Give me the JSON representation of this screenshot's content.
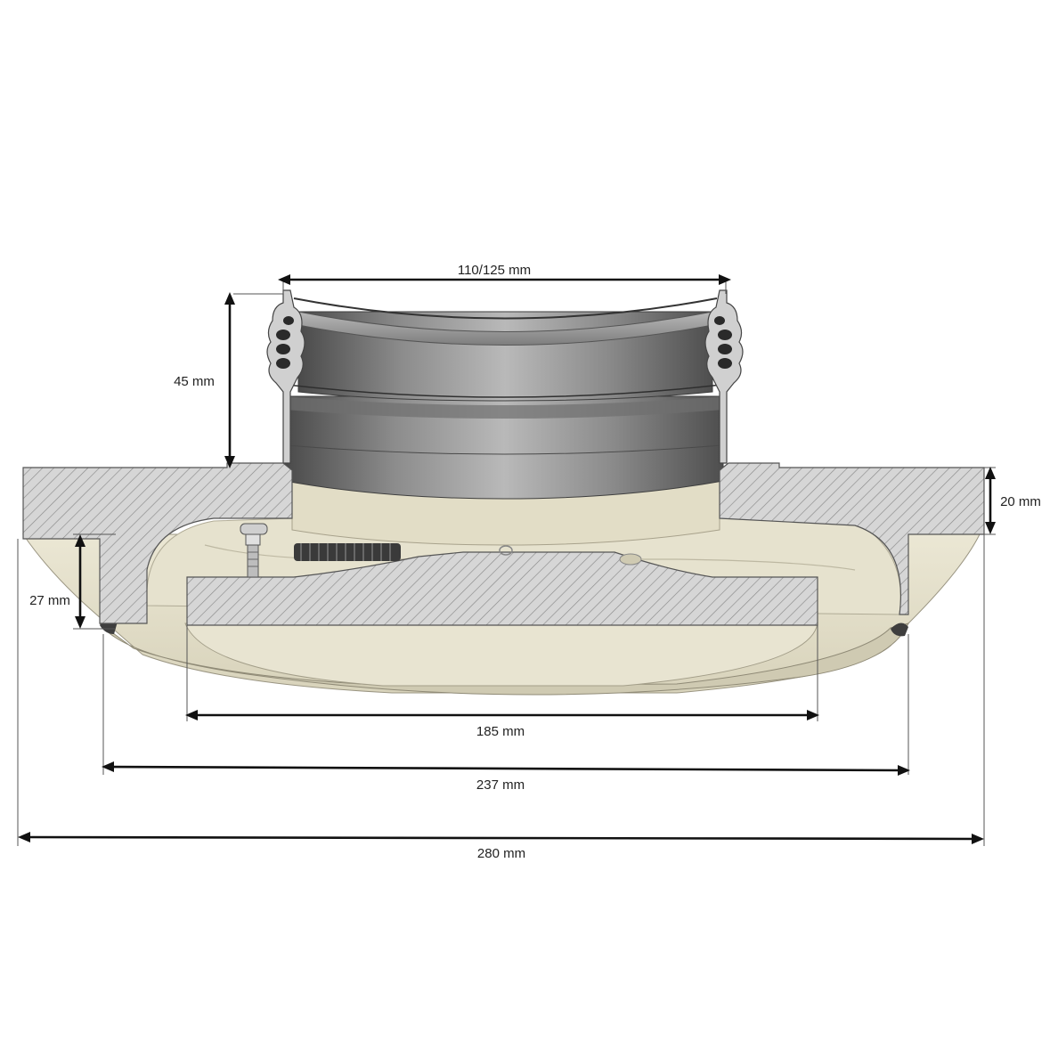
{
  "dimensions": {
    "pipe_diameter": "110/125 mm",
    "pipe_height": "45 mm",
    "flange_thickness": "20 mm",
    "body_height": "27 mm",
    "inner_plate_diameter": "185 mm",
    "bowl_diameter": "237 mm",
    "flange_diameter": "280 mm"
  },
  "colors": {
    "section_fill": "#d3d3d3",
    "hatch": "#8a8a8a",
    "body_fill": "#e4e0cc",
    "body_shadow": "#c9c4ad",
    "pipe_dark": "#5e5e5e",
    "pipe_light": "#b5b5b5",
    "dimension_line": "#111111"
  }
}
